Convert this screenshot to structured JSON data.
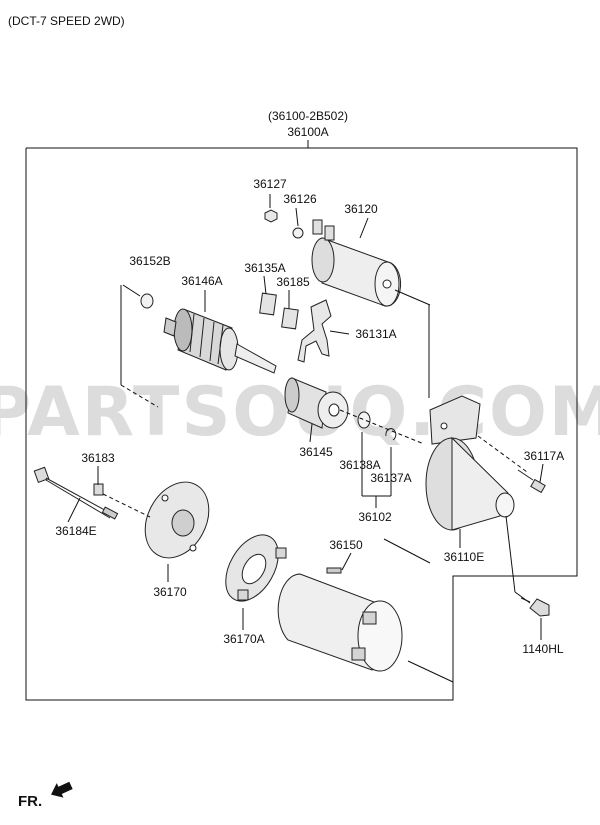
{
  "header": {
    "variant": "(DCT-7 SPEED 2WD)"
  },
  "assembly": {
    "alt_number": "(36100-2B502)",
    "number": "36100A"
  },
  "watermark": "PARTSOUQ.COM",
  "direction": "FR.",
  "labels": {
    "p36127": "36127",
    "p36126": "36126",
    "p36120": "36120",
    "p36152B": "36152B",
    "p36146A": "36146A",
    "p36135A": "36135A",
    "p36185": "36185",
    "p36131A": "36131A",
    "p36145": "36145",
    "p36138A": "36138A",
    "p36137A": "36137A",
    "p36102": "36102",
    "p36117A": "36117A",
    "p36183": "36183",
    "p36184E": "36184E",
    "p36170": "36170",
    "p36170A": "36170A",
    "p36150": "36150",
    "p36110E": "36110E",
    "p1140HL": "1140HL"
  }
}
